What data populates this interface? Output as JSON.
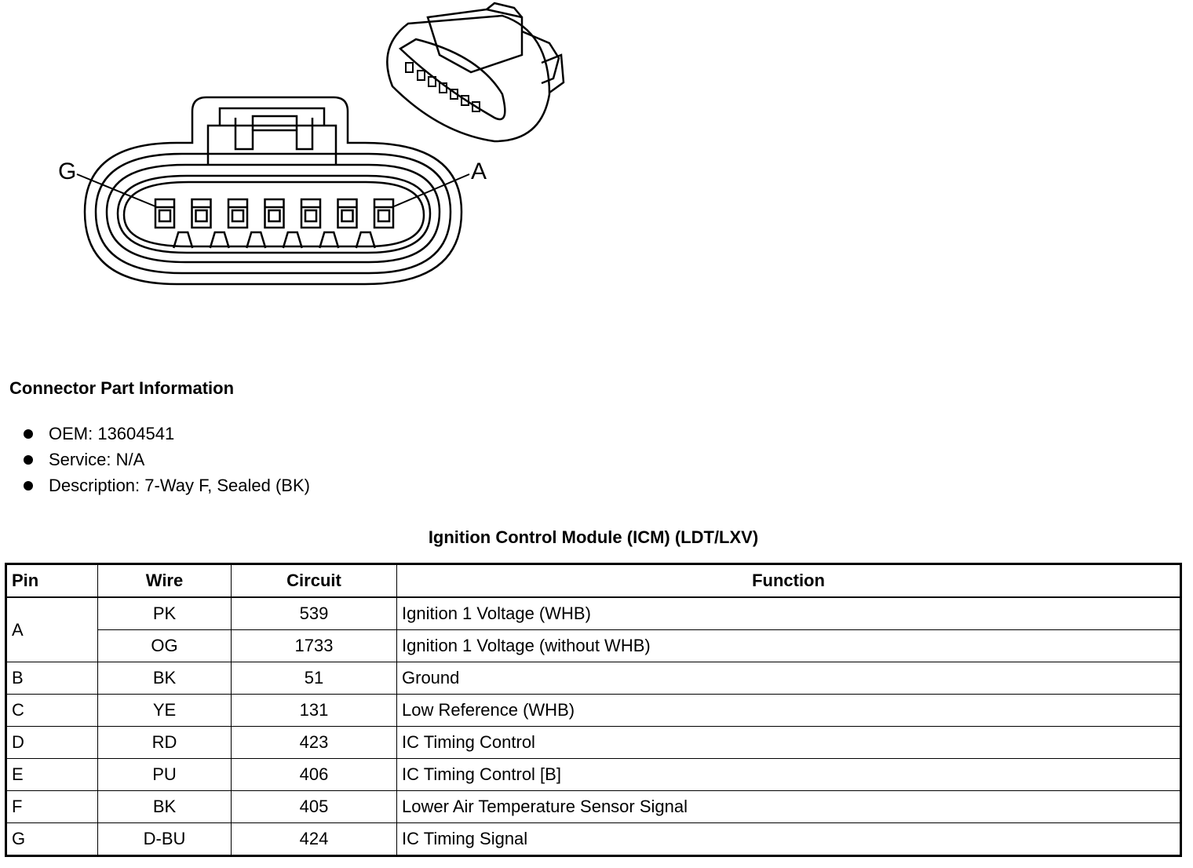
{
  "diagram": {
    "labels": {
      "left_pin": "G",
      "right_pin": "A"
    }
  },
  "connector_info": {
    "heading": "Connector Part Information",
    "items": [
      {
        "text": "OEM: 13604541"
      },
      {
        "text": "Service: N/A"
      },
      {
        "text": "Description: 7-Way F, Sealed (BK)"
      }
    ]
  },
  "table": {
    "title": "Ignition Control Module (ICM) (LDT/LXV)",
    "headers": {
      "pin": "Pin",
      "wire": "Wire",
      "circuit": "Circuit",
      "function": "Function"
    },
    "rows": [
      {
        "pin": "A",
        "wire": "PK",
        "circuit": "539",
        "function": "Ignition 1 Voltage (WHB)"
      },
      {
        "pin": "",
        "wire": "OG",
        "circuit": "1733",
        "function": "Ignition 1 Voltage (without WHB)"
      },
      {
        "pin": "B",
        "wire": "BK",
        "circuit": "51",
        "function": "Ground"
      },
      {
        "pin": "C",
        "wire": "YE",
        "circuit": "131",
        "function": "Low Reference (WHB)"
      },
      {
        "pin": "D",
        "wire": "RD",
        "circuit": "423",
        "function": "IC Timing Control"
      },
      {
        "pin": "E",
        "wire": "PU",
        "circuit": "406",
        "function": "IC Timing Control [B]"
      },
      {
        "pin": "F",
        "wire": "BK",
        "circuit": "405",
        "function": "Lower Air Temperature Sensor Signal"
      },
      {
        "pin": "G",
        "wire": "D-BU",
        "circuit": "424",
        "function": "IC Timing Signal"
      }
    ]
  }
}
